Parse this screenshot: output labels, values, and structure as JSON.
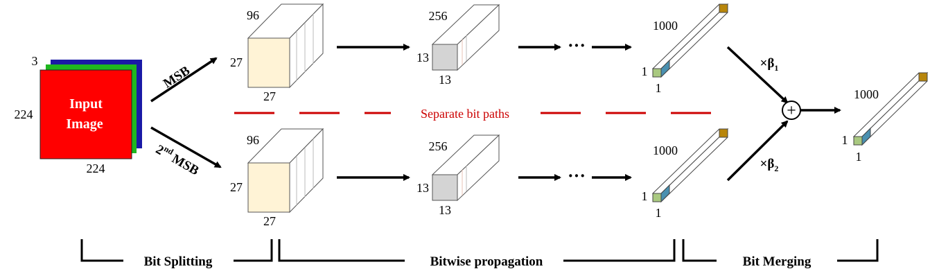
{
  "input": {
    "label_line1": "Input",
    "label_line2": "Image",
    "channels": "3",
    "height": "224",
    "width": "224",
    "face_color": "#ff0000"
  },
  "paths": {
    "top_arrow_label": "MSB",
    "bottom_arrow_label_sup": "nd",
    "bottom_arrow_label_prefix": "2",
    "bottom_arrow_label_suffix": "MSB",
    "separator_label": "Separate bit paths",
    "separator_color": "#cc0000"
  },
  "layer1": {
    "depth": "96",
    "height": "27",
    "width": "27"
  },
  "layer2": {
    "depth": "256",
    "height": "13",
    "width": "13"
  },
  "ellipsis": "···",
  "fc": {
    "length": "1000",
    "height": "1",
    "width": "1"
  },
  "merge": {
    "beta1_prefix": "×β",
    "beta1_sub": "1",
    "beta2_prefix": "×β",
    "beta2_sub": "2",
    "sum_symbol": "+"
  },
  "output": {
    "length": "1000",
    "height": "1",
    "width": "1"
  },
  "stages": {
    "split": "Bit Splitting",
    "propagate": "Bitwise propagation",
    "merge": "Bit Merging"
  }
}
